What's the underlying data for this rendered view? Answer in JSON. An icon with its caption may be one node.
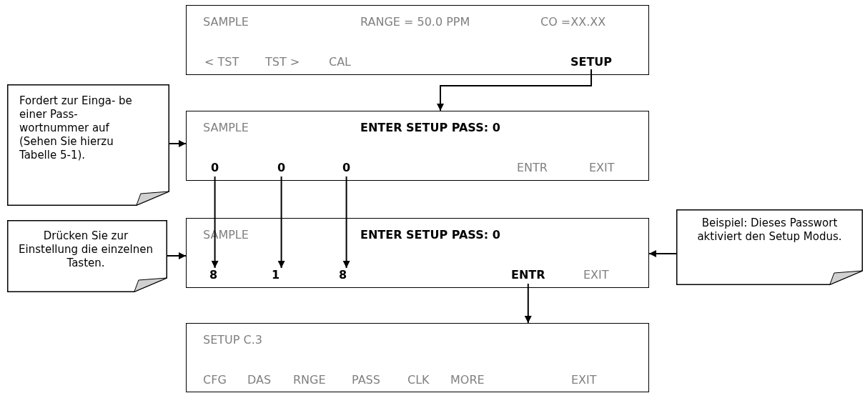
{
  "diagram": {
    "nodes": [
      {
        "text": [
          "SAMPLE",
          "RANGE = 50.0 PPM",
          "CO =XX.XX",
          "< TST",
          "TST >",
          "CAL"
        ]
      },
      {
        "text": [
          "SETUP"
        ],
        "in": 0
      },
      {
        "text": [
          "SAMPLE",
          "ENTER SETUP PASS: 0",
          "ENTR",
          "EXIT"
        ]
      },
      {
        "text": [
          "0"
        ],
        "in": 2
      },
      {
        "text": [
          "0"
        ],
        "in": 2
      },
      {
        "text": [
          "0"
        ],
        "in": 2
      },
      {
        "text": [
          "Fordert zur Einga- be einer Pass- wortnummer auf (Sehen Sie hierzu Tabelle 5-1)."
        ]
      },
      {
        "text": [
          "Drücken Sie zur Einstellung die einzelnen Tasten."
        ]
      },
      {
        "text": [
          "SAMPLE",
          "ENTER SETUP PASS: 0",
          "EXIT"
        ]
      },
      {
        "text": [
          "8"
        ],
        "in": 8
      },
      {
        "text": [
          "1"
        ],
        "in": 8
      },
      {
        "text": [
          "8"
        ],
        "in": 8
      },
      {
        "text": [
          "ENTR"
        ],
        "in": 8
      },
      {
        "text": [
          "Beispiel: Dieses Passwort aktiviert den Setup Modus."
        ]
      },
      {
        "text": [
          "SETUP C.3",
          "CFG",
          "DAS",
          "RNGE",
          "PASS",
          "CLK",
          "MORE",
          "EXIT"
        ]
      }
    ],
    "edges": [
      {
        "from": 1,
        "to": 2,
        "arrow": "to"
      },
      {
        "from": 3,
        "to": 9,
        "arrow": "to"
      },
      {
        "from": 4,
        "to": 10,
        "arrow": "to"
      },
      {
        "from": 5,
        "to": 11,
        "arrow": "to"
      },
      {
        "from": 6,
        "to": 2,
        "arrow": "to"
      },
      {
        "from": 7,
        "to": 8,
        "arrow": "to"
      },
      {
        "from": 13,
        "to": 8,
        "arrow": "to"
      },
      {
        "from": 12,
        "to": 14,
        "arrow": "to"
      }
    ]
  }
}
